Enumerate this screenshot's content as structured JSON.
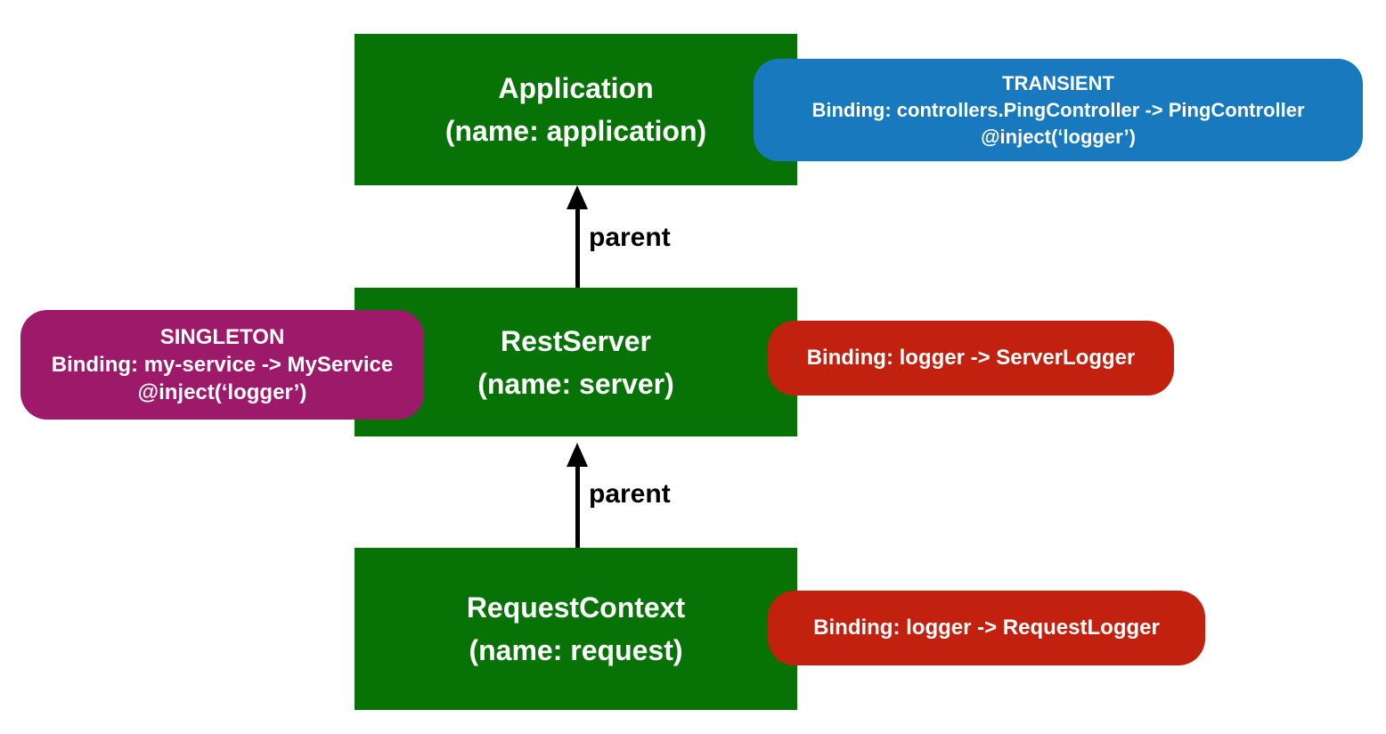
{
  "diagram": {
    "contexts": {
      "application": {
        "title": "Application",
        "subtitle": "(name: application)"
      },
      "rest_server": {
        "title": "RestServer",
        "subtitle": "(name: server)"
      },
      "request_context": {
        "title": "RequestContext",
        "subtitle": "(name: request)"
      }
    },
    "arrows": {
      "app_parent": {
        "label": "parent"
      },
      "server_parent": {
        "label": "parent"
      }
    },
    "annotations": {
      "transient": {
        "scope": "TRANSIENT",
        "binding": "Binding: controllers.PingController -> PingController",
        "inject": "@inject(‘logger’)"
      },
      "singleton": {
        "scope": "SINGLETON",
        "binding": "Binding: my-service -> MyService",
        "inject": "@inject(‘logger’)"
      },
      "server_logger": {
        "binding": "Binding: logger -> ServerLogger"
      },
      "request_logger": {
        "binding": "Binding: logger -> RequestLogger"
      }
    },
    "colors": {
      "context_green": "#077307",
      "transient_blue": "#1879BE",
      "singleton_purple": "#9C1A69",
      "binding_red": "#C22110",
      "arrow_black": "#000000",
      "text_white": "#ffffff"
    }
  }
}
